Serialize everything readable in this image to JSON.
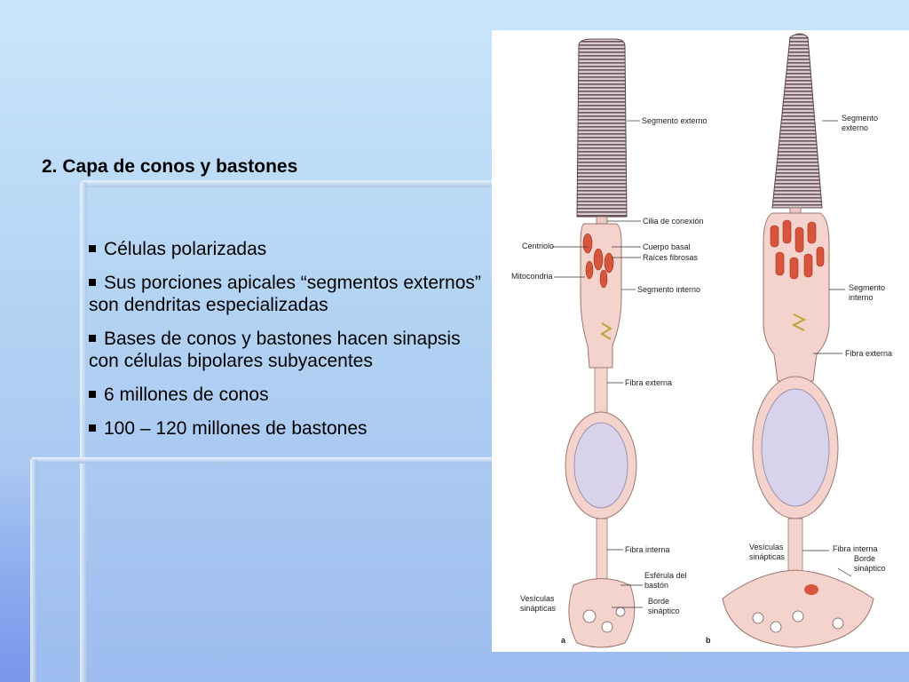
{
  "slide": {
    "title": "2. Capa de conos y bastones",
    "bullets": [
      "Células polarizadas",
      "Sus porciones apicales “segmentos externos” son dendritas especializadas",
      "Bases de conos y bastones hacen sinapsis con células bipolares subyacentes",
      "6 millones de conos",
      "100 – 120 millones de bastones"
    ]
  },
  "figure": {
    "left_labels": {
      "segmento_externo": "Segmento externo",
      "cilia_conexion": "Cilia de conexión",
      "centriolo": "Centriolo",
      "cuerpo_basal": "Cuerpo basal",
      "raices_fibrosas": "Raíces fibrosas",
      "mitocondria": "Mitocondria",
      "segmento_interno": "Segmento interno",
      "fibra_externa": "Fibra externa",
      "fibra_interna": "Fibra interna",
      "esferula_1": "Esférula del",
      "esferula_2": "bastón",
      "vesiculas_1": "Vesículas",
      "vesiculas_2": "sinápticas",
      "borde_1": "Borde",
      "borde_2": "sináptico",
      "panel": "a"
    },
    "right_labels": {
      "segmento_externo_1": "Segmento",
      "segmento_externo_2": "externo",
      "segmento_interno_1": "Segmento",
      "segmento_interno_2": "interno",
      "fibra_externa": "Fibra externa",
      "vesiculas_1": "Vesículas",
      "vesiculas_2": "sinápticas",
      "fibra_interna": "Fibra interna",
      "borde_1": "Borde",
      "borde_2": "sináptico",
      "panel": "b"
    }
  }
}
